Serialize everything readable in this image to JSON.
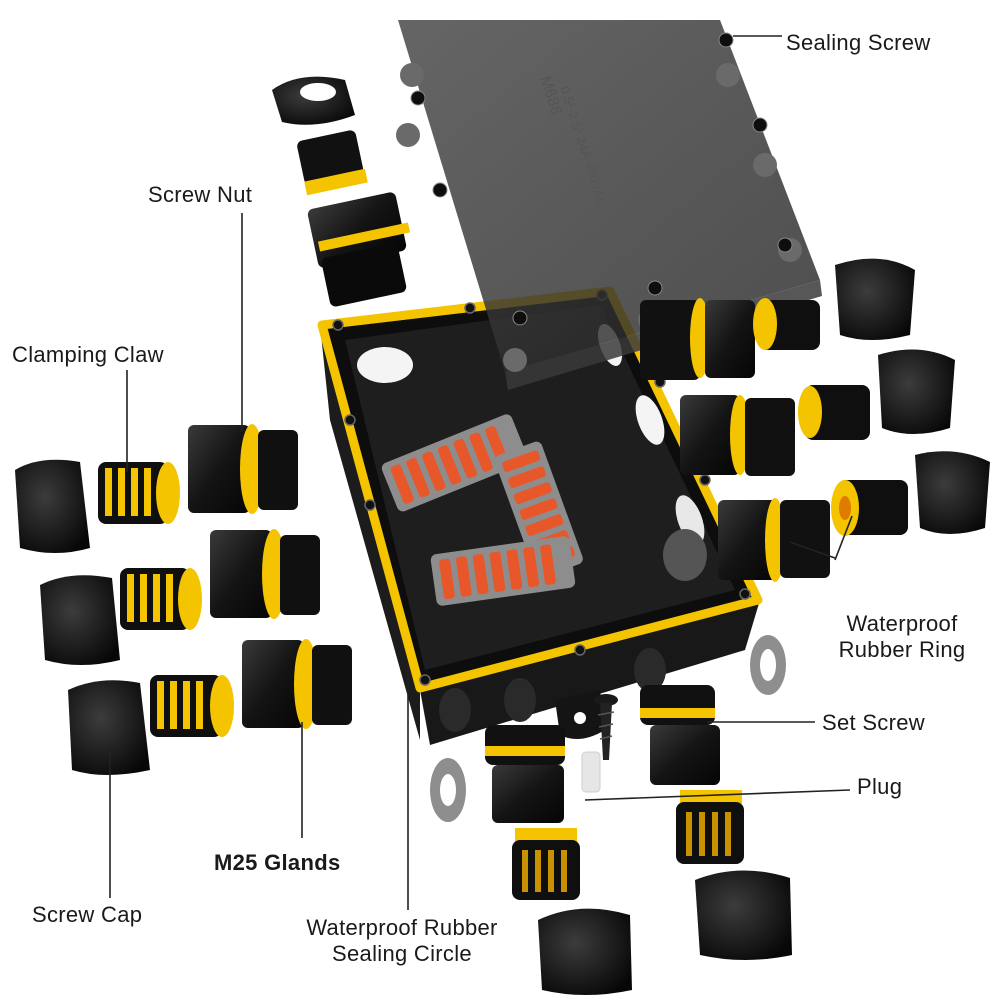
{
  "labels": {
    "sealing_screw": "Sealing Screw",
    "screw_nut": "Screw Nut",
    "clamping_claw": "Clamping Claw",
    "waterproof_rubber_ring_line1": "Waterproof",
    "waterproof_rubber_ring_line2": "Rubber Ring",
    "set_screw": "Set Screw",
    "plug": "Plug",
    "m25_glands": "M25 Glands",
    "screw_cap": "Screw Cap",
    "sealing_circle_line1": "Waterproof Rubber",
    "sealing_circle_line2": "Sealing Circle"
  },
  "lid_text": {
    "line1": "M686",
    "line2": "0.5²-2.5²  24A  450VAC"
  },
  "colors": {
    "accent_yellow": "#f5c400",
    "body_black": "#141414",
    "connector_orange": "#e8572a",
    "connector_grey": "#8d8d8d",
    "leader_line": "#222222"
  }
}
